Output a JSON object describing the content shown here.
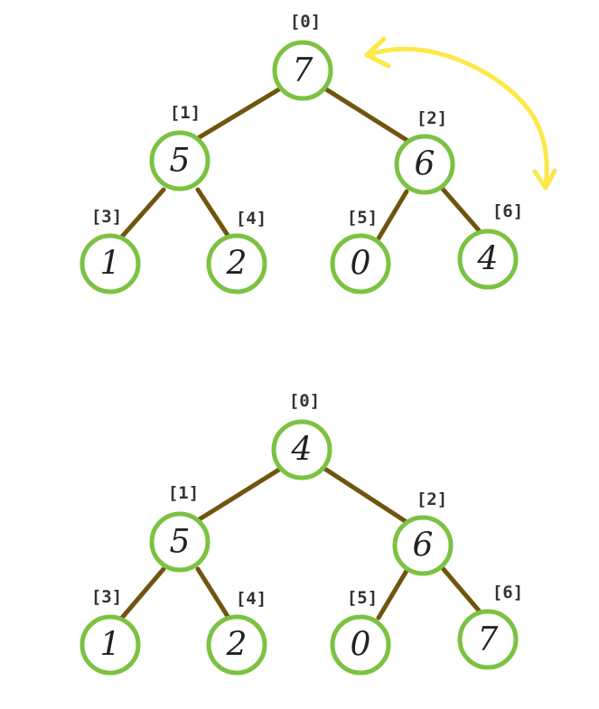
{
  "trees": [
    {
      "nodes": [
        {
          "index": "[0]",
          "value": "7"
        },
        {
          "index": "[1]",
          "value": "5"
        },
        {
          "index": "[2]",
          "value": "6"
        },
        {
          "index": "[3]",
          "value": "1"
        },
        {
          "index": "[4]",
          "value": "2"
        },
        {
          "index": "[5]",
          "value": "0"
        },
        {
          "index": "[6]",
          "value": "4"
        }
      ]
    },
    {
      "nodes": [
        {
          "index": "[0]",
          "value": "4"
        },
        {
          "index": "[1]",
          "value": "5"
        },
        {
          "index": "[2]",
          "value": "6"
        },
        {
          "index": "[3]",
          "value": "1"
        },
        {
          "index": "[4]",
          "value": "2"
        },
        {
          "index": "[5]",
          "value": "0"
        },
        {
          "index": "[6]",
          "value": "7"
        }
      ]
    }
  ],
  "colors": {
    "node_border": "#7cc242",
    "edge": "#70540f",
    "swap_arrow": "#fde84a",
    "text": "#222222"
  }
}
